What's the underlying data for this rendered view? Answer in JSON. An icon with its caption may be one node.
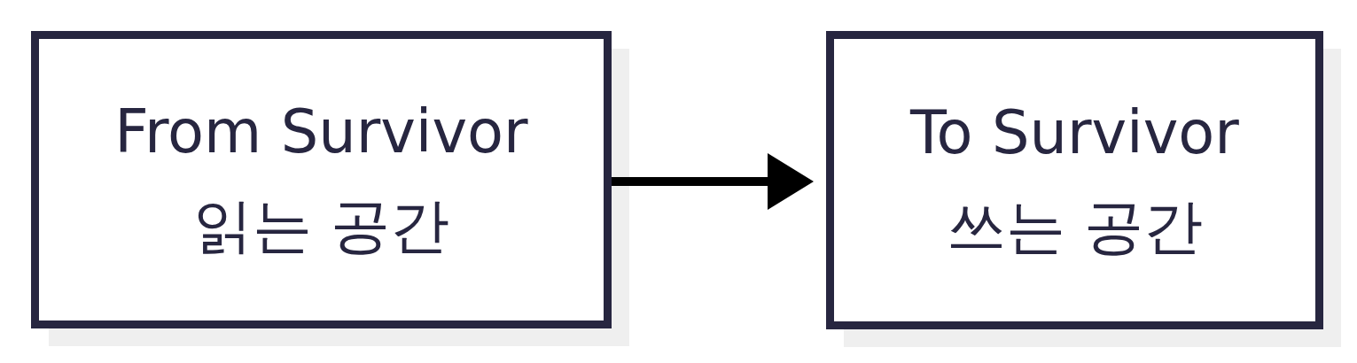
{
  "diagram": {
    "nodes": [
      {
        "text": [
          "From Survivor",
          "읽는 공간"
        ]
      },
      {
        "text": [
          "To Survivor",
          "쓰는 공간"
        ]
      }
    ],
    "edges": [
      {
        "from": 0,
        "to": 1,
        "arrow": "to"
      }
    ]
  }
}
